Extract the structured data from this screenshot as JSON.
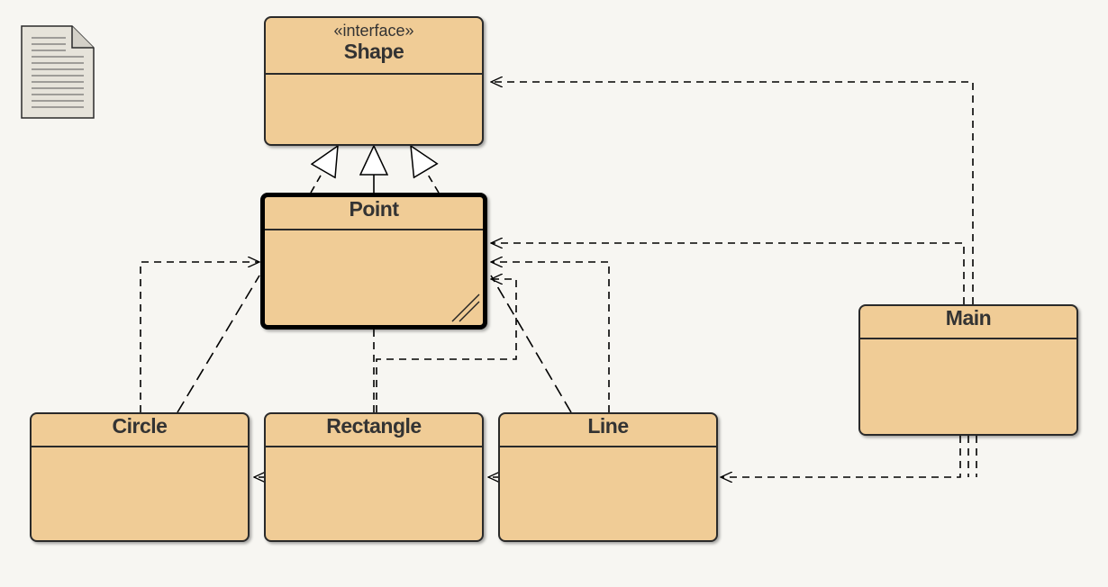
{
  "classes": {
    "shape": {
      "stereotype": "«interface»",
      "name": "Shape"
    },
    "point": {
      "name": "Point"
    },
    "circle": {
      "name": "Circle"
    },
    "rectangle": {
      "name": "Rectangle"
    },
    "line": {
      "name": "Line"
    },
    "main": {
      "name": "Main"
    }
  },
  "colors": {
    "class_fill": "#f0cc96",
    "border": "#2a2a2a",
    "background": "#f7f6f2"
  },
  "icons": {
    "document": "document-icon"
  }
}
